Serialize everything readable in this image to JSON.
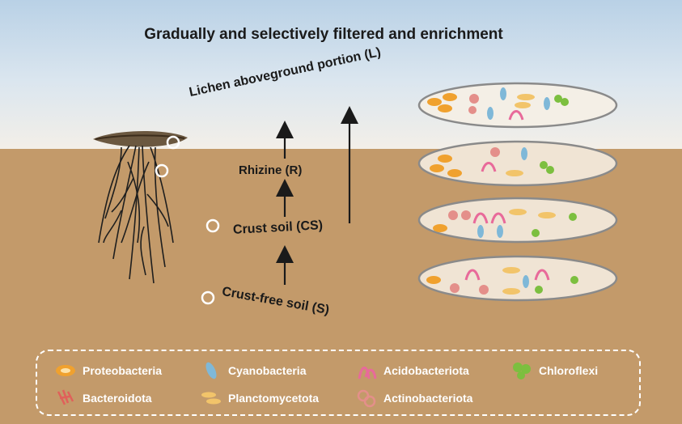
{
  "title": "Gradually and selectively filtered and enrichment",
  "stages": {
    "lichen": "Lichen aboveground portion (L)",
    "rhizine": "Rhizine (R)",
    "crust_soil": "Crust soil (CS)",
    "crust_free_soil": "Crust-free soil (S)"
  },
  "legend": [
    {
      "name": "Proteobacteria",
      "icon": "proteobacteria-icon",
      "color": "#f0a12e"
    },
    {
      "name": "Cyanobacteria",
      "icon": "cyanobacteria-icon",
      "color": "#7fb8d8"
    },
    {
      "name": "Acidobacteriota",
      "icon": "acidobacteriota-icon",
      "color": "#e86a9a"
    },
    {
      "name": "Chloroflexi",
      "icon": "chloroflexi-icon",
      "color": "#7cbf3f"
    },
    {
      "name": "Bacteroidota",
      "icon": "bacteroidota-icon",
      "color": "#e0605a"
    },
    {
      "name": "Planctomycetota",
      "icon": "planctomycetota-icon",
      "color": "#f2c46a"
    },
    {
      "name": "Actinobacteriota",
      "icon": "actinobacteriota-icon",
      "color": "#e48f8a"
    }
  ],
  "colors": {
    "soil": "#c39a6a",
    "sky_top": "#b9d1e6",
    "ellipse_fill": "#f0e4d4",
    "ellipse_stroke": "#8a8a8a"
  }
}
